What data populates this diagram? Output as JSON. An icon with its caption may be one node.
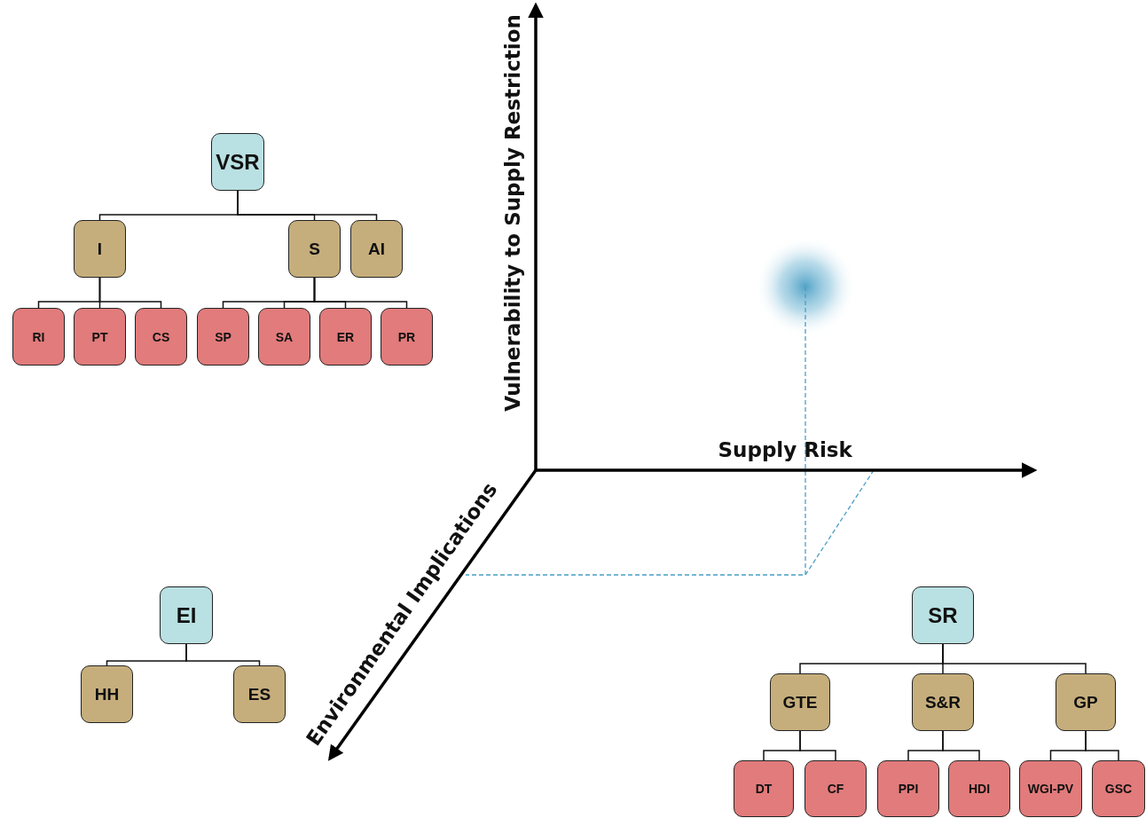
{
  "diagram": {
    "nodes": [
      {
        "text": [
          "VSR"
        ]
      },
      {
        "text": [
          "I"
        ]
      },
      {
        "text": [
          "S"
        ]
      },
      {
        "text": [
          "AI"
        ]
      },
      {
        "text": [
          "RI"
        ]
      },
      {
        "text": [
          "PT"
        ]
      },
      {
        "text": [
          "CS"
        ]
      },
      {
        "text": [
          "SP"
        ]
      },
      {
        "text": [
          "SA"
        ]
      },
      {
        "text": [
          "ER"
        ]
      },
      {
        "text": [
          "PR"
        ]
      },
      {
        "text": [
          "EI"
        ]
      },
      {
        "text": [
          "HH"
        ]
      },
      {
        "text": [
          "ES"
        ]
      },
      {
        "text": [
          "SR"
        ]
      },
      {
        "text": [
          "GTE"
        ]
      },
      {
        "text": [
          "S&R"
        ]
      },
      {
        "text": [
          "GP"
        ]
      },
      {
        "text": [
          "DT"
        ]
      },
      {
        "text": [
          "CF"
        ]
      },
      {
        "text": [
          "PPI"
        ]
      },
      {
        "text": [
          "HDI"
        ]
      },
      {
        "text": [
          "WGI-PV"
        ]
      },
      {
        "text": [
          "GSC"
        ]
      }
    ],
    "edges": [
      {
        "from": 0,
        "to": 1,
        "arrow": "none"
      },
      {
        "from": 0,
        "to": 2,
        "arrow": "none"
      },
      {
        "from": 0,
        "to": 3,
        "arrow": "none"
      },
      {
        "from": 1,
        "to": 4,
        "arrow": "none"
      },
      {
        "from": 1,
        "to": 5,
        "arrow": "none"
      },
      {
        "from": 1,
        "to": 6,
        "arrow": "none"
      },
      {
        "from": 2,
        "to": 7,
        "arrow": "none"
      },
      {
        "from": 2,
        "to": 8,
        "arrow": "none"
      },
      {
        "from": 2,
        "to": 9,
        "arrow": "none"
      },
      {
        "from": 2,
        "to": 10,
        "arrow": "none"
      },
      {
        "from": 11,
        "to": 12,
        "arrow": "none"
      },
      {
        "from": 11,
        "to": 13,
        "arrow": "none"
      },
      {
        "from": 14,
        "to": 15,
        "arrow": "none"
      },
      {
        "from": 14,
        "to": 16,
        "arrow": "none"
      },
      {
        "from": 14,
        "to": 17,
        "arrow": "none"
      },
      {
        "from": 15,
        "to": 18,
        "arrow": "none"
      },
      {
        "from": 15,
        "to": 19,
        "arrow": "none"
      },
      {
        "from": 16,
        "to": 20,
        "arrow": "none"
      },
      {
        "from": 16,
        "to": 21,
        "arrow": "none"
      },
      {
        "from": 17,
        "to": 22,
        "arrow": "none"
      },
      {
        "from": 17,
        "to": 23,
        "arrow": "none"
      }
    ],
    "labels": [
      "Vulnerability to Supply Restriction",
      "Supply Risk",
      "Environmental Implications"
    ]
  }
}
